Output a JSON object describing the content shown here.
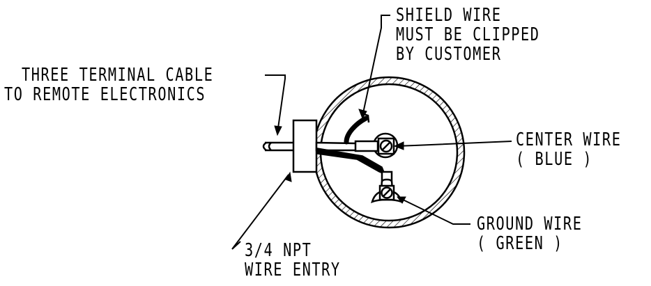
{
  "labels": {
    "shield_wire": {
      "line1": "SHIELD WIRE",
      "line2": "MUST BE CLIPPED",
      "line3": "BY CUSTOMER"
    },
    "three_terminal_cable": {
      "line1": "THREE TERMINAL CABLE",
      "line2": "TO REMOTE ELECTRONICS"
    },
    "center_wire": {
      "line1": "CENTER WIRE",
      "line2": "( BLUE )"
    },
    "ground_wire": {
      "line1": "GROUND WIRE",
      "line2": "( GREEN )"
    },
    "wire_entry": {
      "line1": "3/4 NPT",
      "line2": "WIRE ENTRY"
    }
  },
  "colors": {
    "ink": "#000000",
    "background": "#ffffff"
  }
}
